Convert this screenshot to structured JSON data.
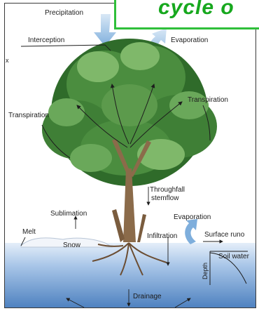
{
  "diagram": {
    "labels": {
      "precipitation": "Precipitation",
      "interception": "Interception",
      "evaporation_top": "Evaporation",
      "transpiration_left": "Transpiration",
      "transpiration_right": "Transpiration",
      "throughfall": "Throughfall",
      "stemflow": "stemflow",
      "sublimation": "Sublimation",
      "melt": "Melt",
      "snow": "Snow",
      "evaporation_bottom": "Evaporation",
      "infiltration": "Infiltration",
      "surface_runoff": "Surface runo",
      "soil_water": "Soil water",
      "depth": "Depth",
      "drainage": "Drainage",
      "margin_mark": "x"
    },
    "title_fragment": "cycle o",
    "colors": {
      "sky_arrow": "#9fc3e6",
      "soil_top": "#cfe0f3",
      "soil_bottom": "#5f8fc7",
      "foliage_dark": "#2f6b2a",
      "foliage_mid": "#4b8d3f",
      "foliage_light": "#7fb86a",
      "trunk": "#8b6b4a",
      "title_green": "#17a81e"
    }
  }
}
